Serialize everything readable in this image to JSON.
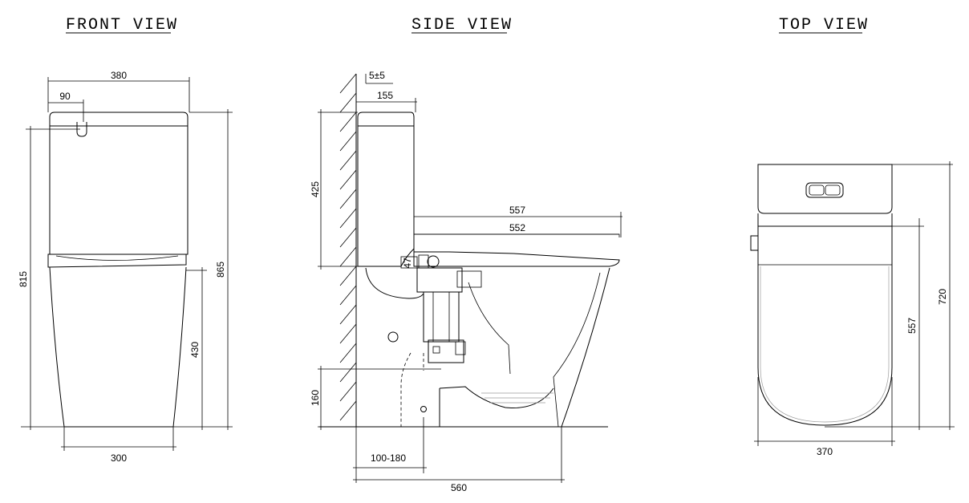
{
  "views": {
    "front": {
      "title": "FRONT VIEW",
      "dims": {
        "overall_width": "380",
        "button_offset": "90",
        "total_height": "865",
        "tank_height": "815",
        "bowl_height": "430",
        "base_width": "300"
      }
    },
    "side": {
      "title": "SIDE VIEW",
      "dims": {
        "wall_gap": "5±5",
        "tank_depth": "155",
        "tank_height": "425",
        "seat_depth_outer": "557",
        "seat_depth_inner": "552",
        "small": "47",
        "floor_height": "160",
        "outlet_range": "100-180",
        "overall_depth": "560"
      }
    },
    "top": {
      "title": "TOP VIEW",
      "dims": {
        "depth_total": "720",
        "depth_seat": "557",
        "width": "370"
      }
    }
  }
}
